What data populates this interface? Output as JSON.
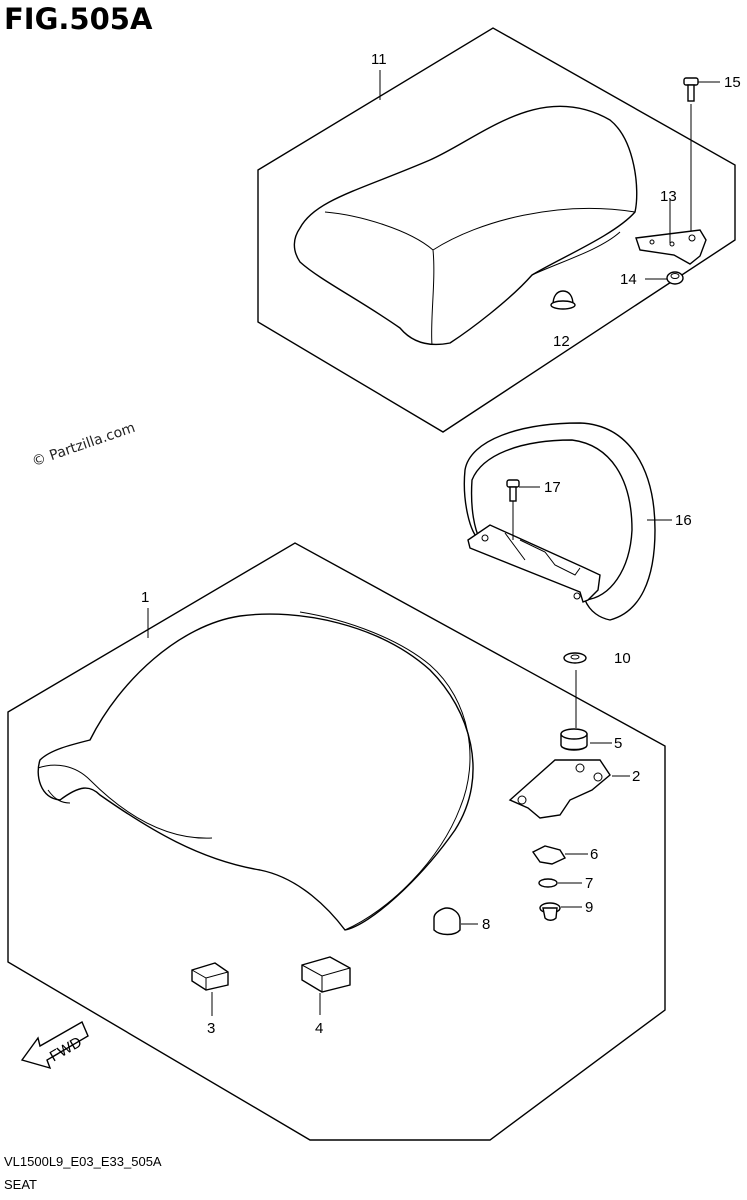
{
  "figure": {
    "title": "FIG.505A",
    "code": "VL1500L9_E03_E33_505A",
    "caption": "SEAT",
    "watermark": "© Partzilla.com",
    "fwd_label": "FWD"
  },
  "callouts": {
    "c1": "1",
    "c2": "2",
    "c3": "3",
    "c4": "4",
    "c5": "5",
    "c6": "6",
    "c7": "7",
    "c8": "8",
    "c9": "9",
    "c10": "10",
    "c11": "11",
    "c12": "12",
    "c13": "13",
    "c14": "14",
    "c15": "15",
    "c16": "16",
    "c17": "17"
  }
}
